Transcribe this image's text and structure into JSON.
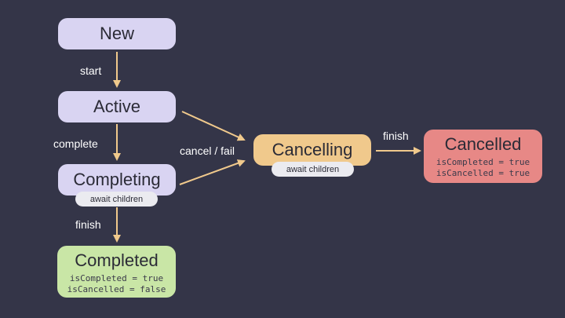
{
  "states": {
    "new": {
      "title": "New"
    },
    "active": {
      "title": "Active"
    },
    "completing": {
      "title": "Completing",
      "note": "await children"
    },
    "completed": {
      "title": "Completed",
      "lines": [
        "isCompleted = true",
        "isCancelled = false"
      ]
    },
    "cancelling": {
      "title": "Cancelling",
      "note": "await children"
    },
    "cancelled": {
      "title": "Cancelled",
      "lines": [
        "isCompleted = true",
        "isCancelled = true"
      ]
    }
  },
  "transitions": {
    "start": "start",
    "complete": "complete",
    "finish_completing": "finish",
    "cancel_fail": "cancel / fail",
    "finish_cancelling": "finish"
  },
  "colors": {
    "background": "#343548",
    "state_default": "#d9d4f2",
    "state_cancelling": "#f0c98c",
    "state_cancelled": "#e78886",
    "state_completed": "#c9e6a6",
    "arrow": "#f0c98c"
  }
}
